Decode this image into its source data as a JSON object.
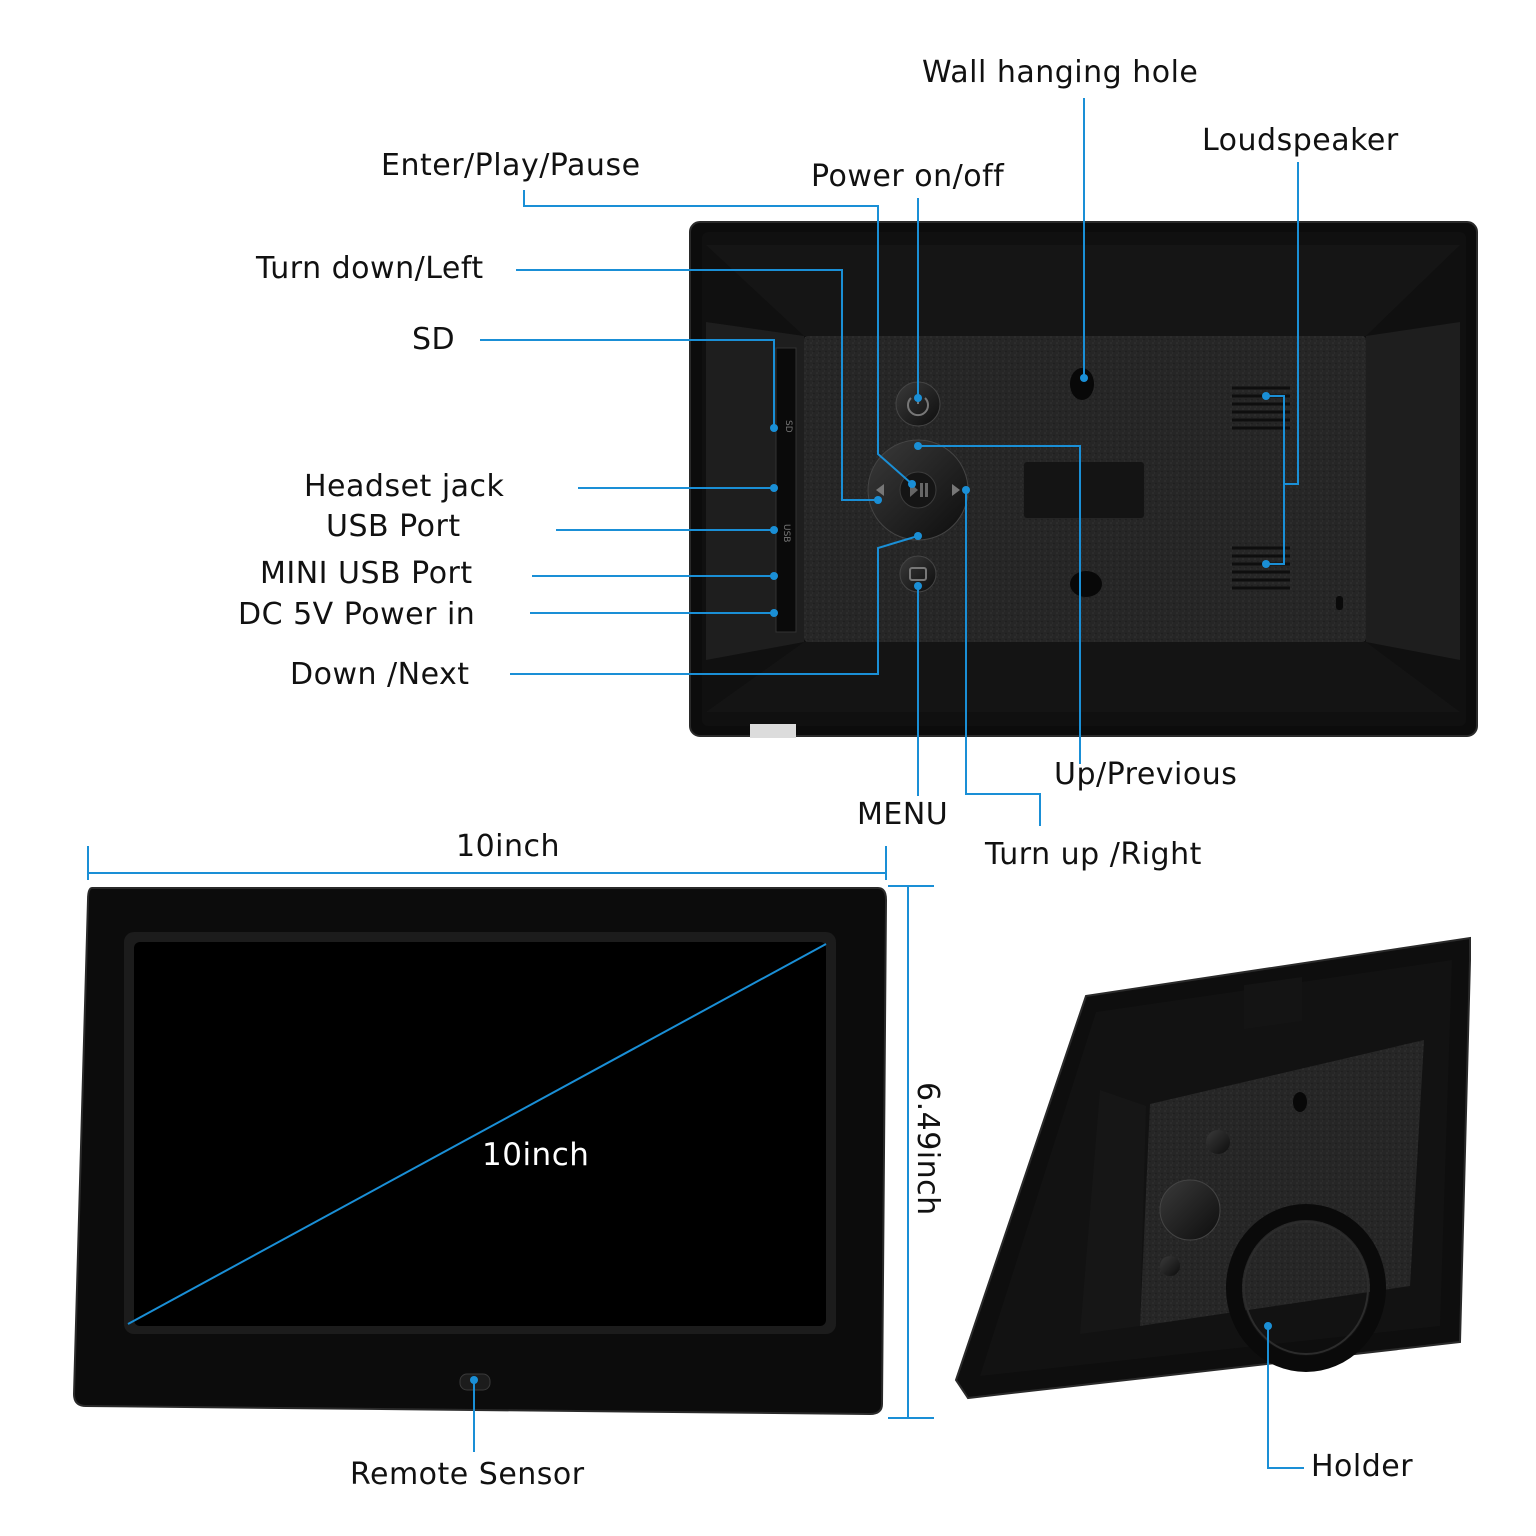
{
  "colors": {
    "leader": "#1a8fd6",
    "frame": "#0c0c0c",
    "panel": "#262626",
    "screen": "#000000",
    "label": "#111111"
  },
  "callouts": {
    "wall_hanging_hole": "Wall hanging hole",
    "loudspeaker": "Loudspeaker",
    "enter_play_pause": "Enter/Play/Pause",
    "power_on_off": "Power on/off",
    "turn_down_left": "Turn down/Left",
    "sd": "SD",
    "headset_jack": "Headset jack",
    "usb_port": "USB Port",
    "mini_usb_port": "MINI USB Port",
    "dc_power_in": "DC 5V Power in",
    "down_next": "Down /Next",
    "up_previous": "Up/Previous",
    "menu": "MENU",
    "turn_up_right": "Turn up /Right",
    "remote_sensor": "Remote Sensor",
    "holder": "Holder"
  },
  "dimensions": {
    "width": "10inch",
    "diagonal": "10inch",
    "height": "6.49inch"
  },
  "port_marks": [
    "SD",
    "USB"
  ],
  "icons": [
    "power-icon",
    "play-pause-icon",
    "left-arrow-icon",
    "right-arrow-icon",
    "menu-icon"
  ]
}
